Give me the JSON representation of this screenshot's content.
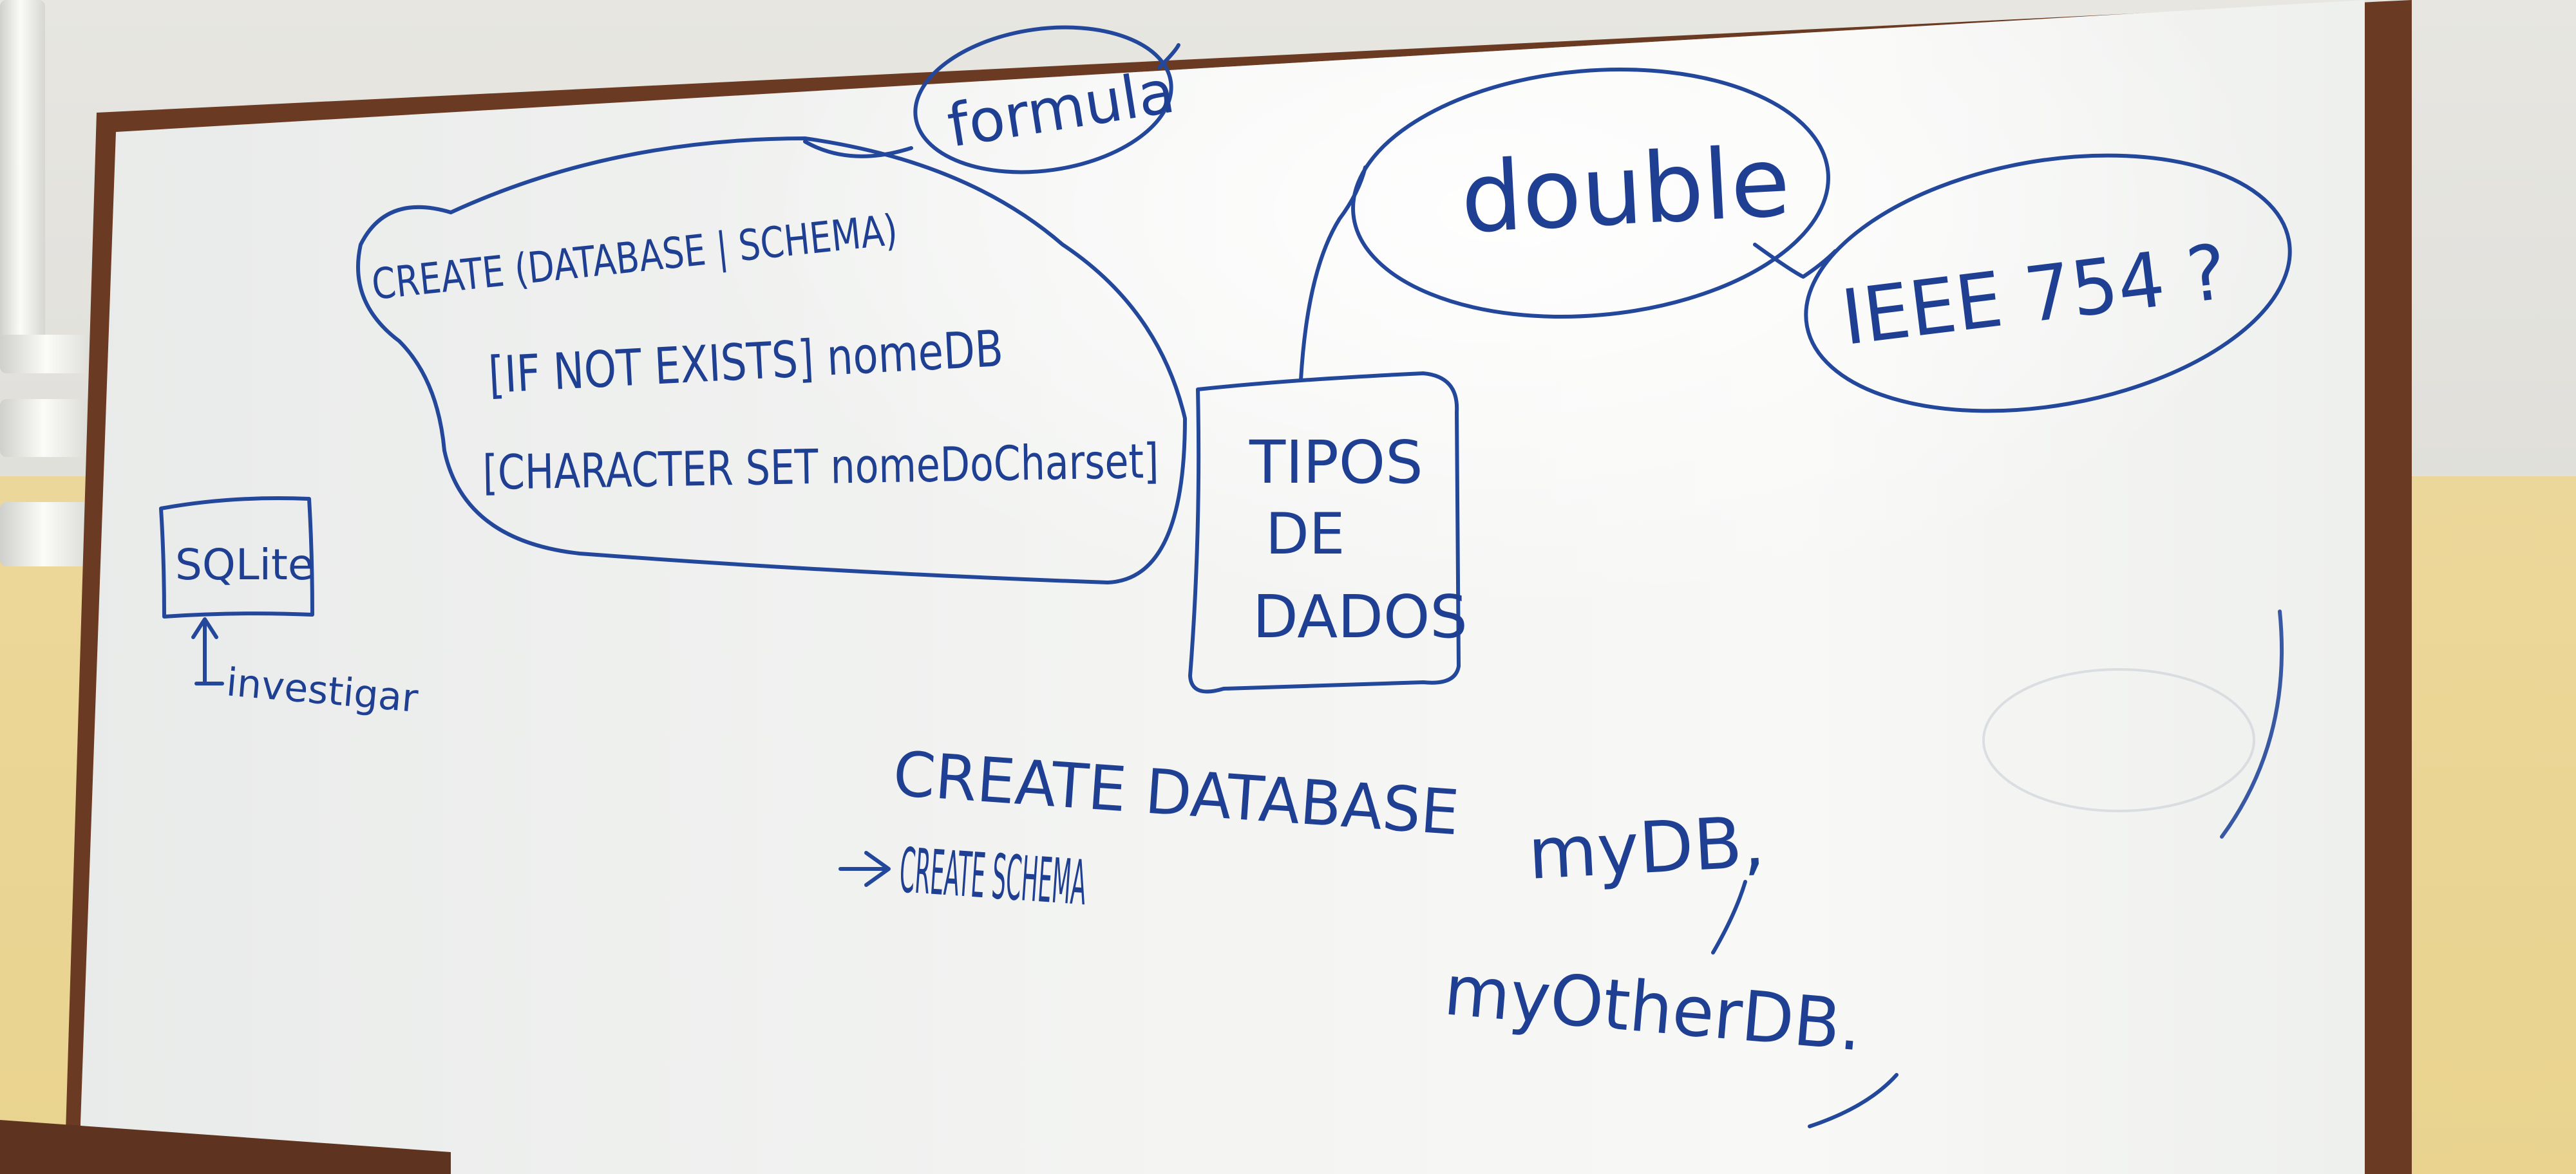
{
  "whiteboard": {
    "bubble_formula": "formula",
    "create_statement": {
      "line1": "CREATE (DATABASE | SCHEMA)",
      "line2": "[IF NOT EXISTS] nomeDB",
      "line3": "[CHARACTER SET nomeDoCharset]"
    },
    "tipos_box": {
      "line1": "TIPOS",
      "line2": "DE",
      "line3": "DADOS"
    },
    "bubble_double": "double",
    "bubble_ieee": "IEEE 754 ?",
    "sqlite_box": "SQLite",
    "sqlite_note": "investigar",
    "example": {
      "line1": "CREATE DATABASE",
      "db_name": "myDB,",
      "line2": "CREATE SCHEMA",
      "other_db": "myOtherDB."
    }
  },
  "colors": {
    "marker_ink": "#23479a",
    "board_white": "#f4f5f3",
    "frame_brown": "#6b3a22",
    "wall_yellow": "#e9d38f"
  }
}
